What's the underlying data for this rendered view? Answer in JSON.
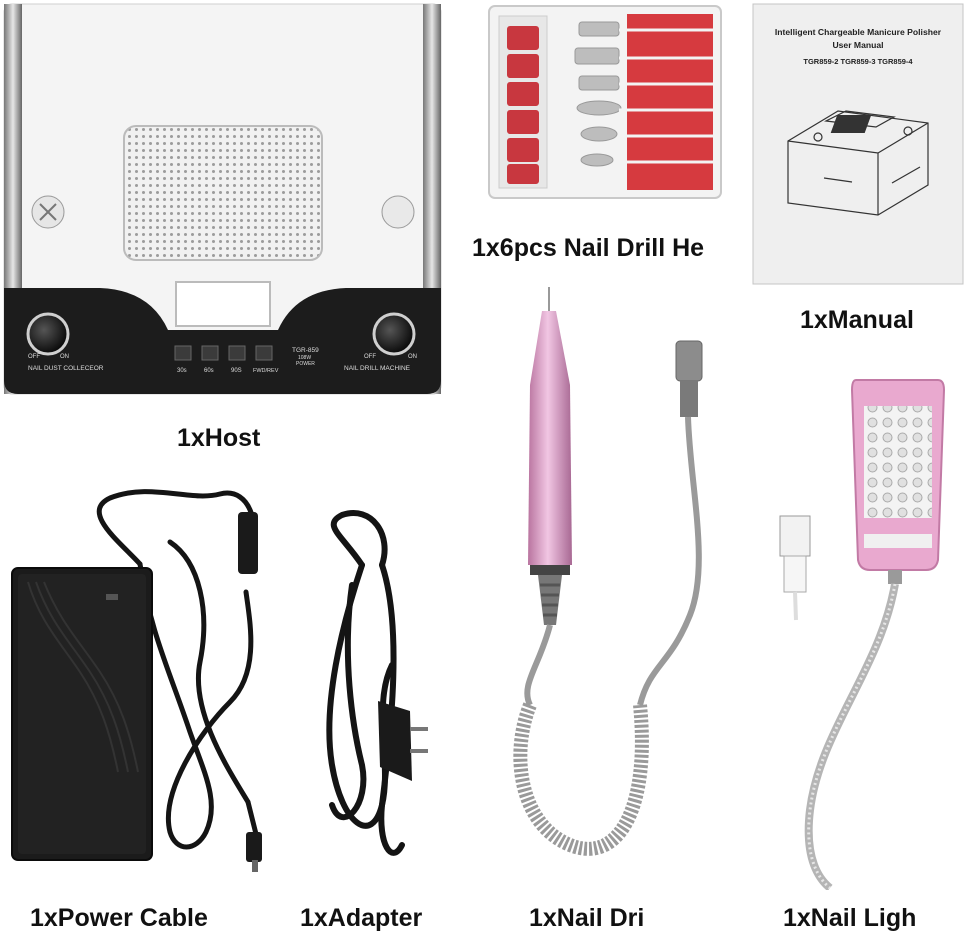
{
  "captions": {
    "host": "1xHost",
    "drill_heads": "1x6pcs Nail Drill He",
    "manual": "1xManual",
    "power_cable": "1xPower Cable",
    "adapter": "1xAdapter",
    "nail_drill": "1xNail Dri",
    "nail_light": "1xNail Ligh"
  },
  "host_panel": {
    "left_knob_off": "OFF",
    "left_knob_on": "ON",
    "left_label": "NAIL DUST COLLECEOR",
    "btn_30": "30s",
    "btn_60": "60s",
    "btn_90": "90S",
    "btn_fwd": "FWD/REV",
    "model": "TGR-859",
    "power": "108W",
    "power_label": "POWER",
    "right_knob_off": "OFF",
    "right_knob_on": "ON",
    "right_label": "NAIL DRILL MACHINE"
  },
  "manual": {
    "title_line1": "Intelligent Chargeable Manicure Polisher",
    "title_line2": "User Manual",
    "models": "TGR859-2  TGR859-3  TGR859-4"
  },
  "colors": {
    "host_body": "#f4f4f4",
    "host_panel": "#1c1c1c",
    "drill_pink": "#d9a0c8",
    "sanding_band_red": "#c8373f",
    "cable_black": "#141414",
    "drill_cord_gray": "#9a9a9a",
    "lamp_pink": "#e9a9cf"
  }
}
